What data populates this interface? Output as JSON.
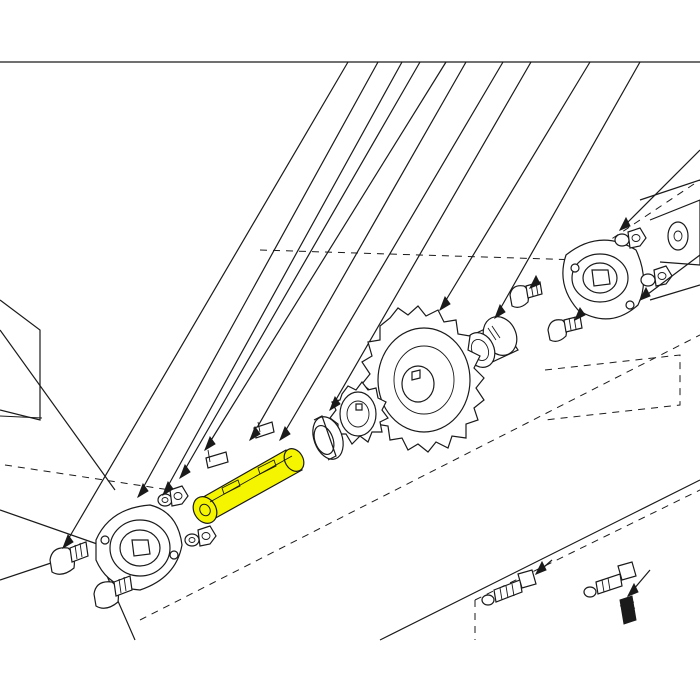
{
  "diagram": {
    "type": "exploded-parts-view",
    "highlight_color": "#f5f500",
    "line_color": "#1a1a1a",
    "background": "#ffffff",
    "parts": [
      {
        "id": "shaft",
        "highlighted": true
      },
      {
        "id": "bearing-flange-left",
        "highlighted": false
      },
      {
        "id": "bearing-flange-right",
        "highlighted": false
      },
      {
        "id": "large-gear",
        "highlighted": false
      },
      {
        "id": "small-gear",
        "highlighted": false
      },
      {
        "id": "retaining-ring",
        "highlighted": false
      },
      {
        "id": "bushing",
        "highlighted": false
      },
      {
        "id": "carriage-bolt",
        "highlighted": false
      },
      {
        "id": "hex-bolt",
        "highlighted": false
      },
      {
        "id": "nut",
        "highlighted": false
      },
      {
        "id": "washer",
        "highlighted": false
      },
      {
        "id": "key",
        "highlighted": false
      },
      {
        "id": "set-screw",
        "highlighted": false
      }
    ]
  }
}
